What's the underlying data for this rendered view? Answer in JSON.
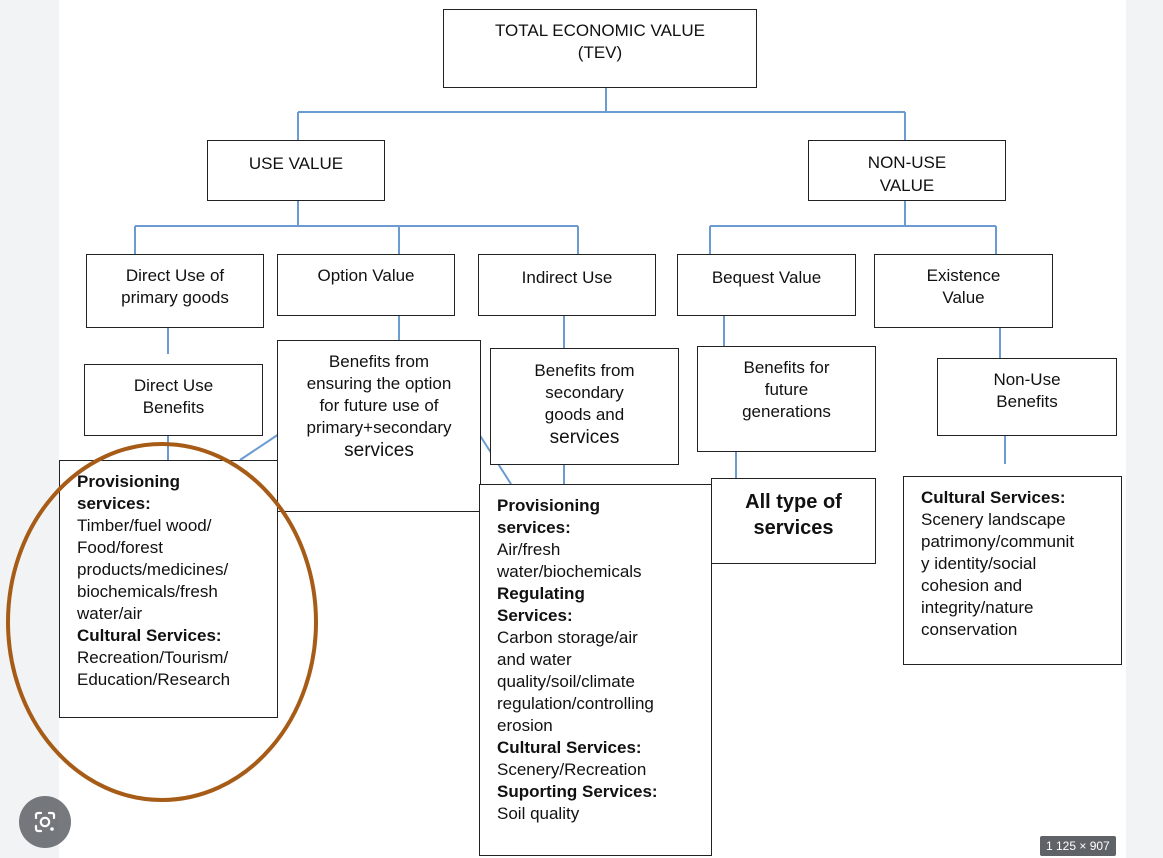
{
  "diagram": {
    "title": [
      "TOTAL ECONOMIC VALUE",
      "(TEV)"
    ],
    "use_value": [
      "USE VALUE"
    ],
    "non_use_value": [
      "NON-USE",
      "VALUE"
    ],
    "direct_use": [
      "Direct Use of",
      "primary goods"
    ],
    "option_value": [
      "Option Value"
    ],
    "indirect_use": [
      "Indirect Use"
    ],
    "bequest_value": [
      "Bequest Value"
    ],
    "existence_value": [
      "Existence",
      "Value"
    ],
    "direct_use_benefits": [
      "Direct Use",
      "Benefits"
    ],
    "option_benefits": [
      "Benefits from",
      "ensuring the option",
      "for future use of",
      "primary+secondary"
    ],
    "option_benefits_last": "services",
    "indirect_benefits": [
      "Benefits from",
      "secondary",
      "goods and"
    ],
    "indirect_benefits_last": "services",
    "bequest_benefits": [
      "Benefits for",
      "future",
      "generations"
    ],
    "non_use_benefits": [
      "Non-Use",
      "Benefits"
    ],
    "direct_services": [
      {
        "h": true,
        "t": "Provisioning"
      },
      {
        "h": true,
        "t": "services:"
      },
      {
        "h": false,
        "t": "Timber/fuel wood/"
      },
      {
        "h": false,
        "t": "Food/forest"
      },
      {
        "h": false,
        "t": "products/medicines/"
      },
      {
        "h": false,
        "t": "biochemicals/fresh"
      },
      {
        "h": false,
        "t": "water/air"
      },
      {
        "h": true,
        "t": "Cultural Services:"
      },
      {
        "h": false,
        "t": "Recreation/Tourism/"
      },
      {
        "h": false,
        "t": "Education/Research"
      }
    ],
    "indirect_services": [
      {
        "h": true,
        "t": "Provisioning"
      },
      {
        "h": true,
        "t": "services:"
      },
      {
        "h": false,
        "t": "Air/fresh"
      },
      {
        "h": false,
        "t": "water/biochemicals"
      },
      {
        "h": true,
        "t": "Regulating"
      },
      {
        "h": true,
        "t": "Services:"
      },
      {
        "h": false,
        "t": "Carbon storage/air"
      },
      {
        "h": false,
        "t": "and water"
      },
      {
        "h": false,
        "t": "quality/soil/climate"
      },
      {
        "h": false,
        "t": "regulation/controlling"
      },
      {
        "h": false,
        "t": "erosion"
      },
      {
        "h": true,
        "t": "Cultural Services:"
      },
      {
        "h": false,
        "t": "Scenery/Recreation"
      },
      {
        "h": true,
        "t": "Suporting Services:"
      },
      {
        "h": false,
        "t": "Soil quality"
      }
    ],
    "all_services": [
      "All type of",
      "services"
    ],
    "cultural_services": [
      {
        "h": true,
        "t": "Cultural Services:"
      },
      {
        "h": false,
        "t": "Scenery landscape"
      },
      {
        "h": false,
        "t": "patrimony/communit"
      },
      {
        "h": false,
        "t": "y identity/social"
      },
      {
        "h": false,
        "t": "cohesion and"
      },
      {
        "h": false,
        "t": "integrity/nature"
      },
      {
        "h": false,
        "t": "conservation"
      }
    ]
  },
  "overlay": {
    "badge": "1 125 × 907",
    "lens_icon": "google-lens-icon",
    "connector_color": "#6b9bd1",
    "highlight_color": "#a65c17"
  }
}
